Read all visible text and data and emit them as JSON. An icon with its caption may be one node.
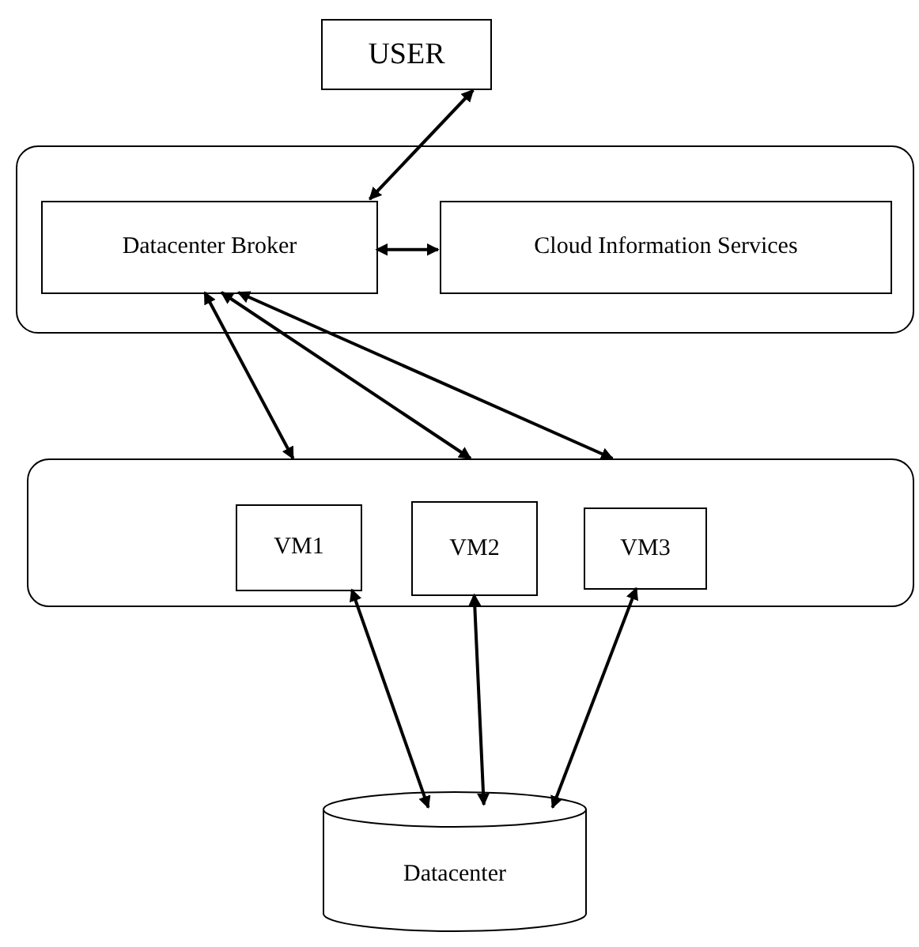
{
  "diagram": {
    "nodes": [
      {
        "text": [
          "USER"
        ]
      },
      {
        "text": [],
        "shape": "box"
      },
      {
        "text": [
          "Datacenter Broker"
        ],
        "in": 1
      },
      {
        "text": [
          "Cloud Information Services"
        ],
        "in": 1
      },
      {
        "text": [],
        "shape": "box"
      },
      {
        "text": [
          "VM1"
        ],
        "in": 4
      },
      {
        "text": [
          "VM2"
        ],
        "in": 4
      },
      {
        "text": [
          "VM3"
        ],
        "in": 4
      },
      {
        "text": [
          "Datacenter"
        ]
      }
    ],
    "edges": [
      {
        "from": 0,
        "to": 2,
        "arrow": "both"
      },
      {
        "from": 2,
        "to": 3,
        "arrow": "both"
      },
      {
        "from": 2,
        "to": 4,
        "arrow": "both"
      },
      {
        "from": 2,
        "to": 4,
        "arrow": "both"
      },
      {
        "from": 2,
        "to": 4,
        "arrow": "both"
      },
      {
        "from": 5,
        "to": 8,
        "arrow": "both"
      },
      {
        "from": 6,
        "to": 8,
        "arrow": "both"
      },
      {
        "from": 7,
        "to": 8,
        "arrow": "both"
      }
    ]
  }
}
